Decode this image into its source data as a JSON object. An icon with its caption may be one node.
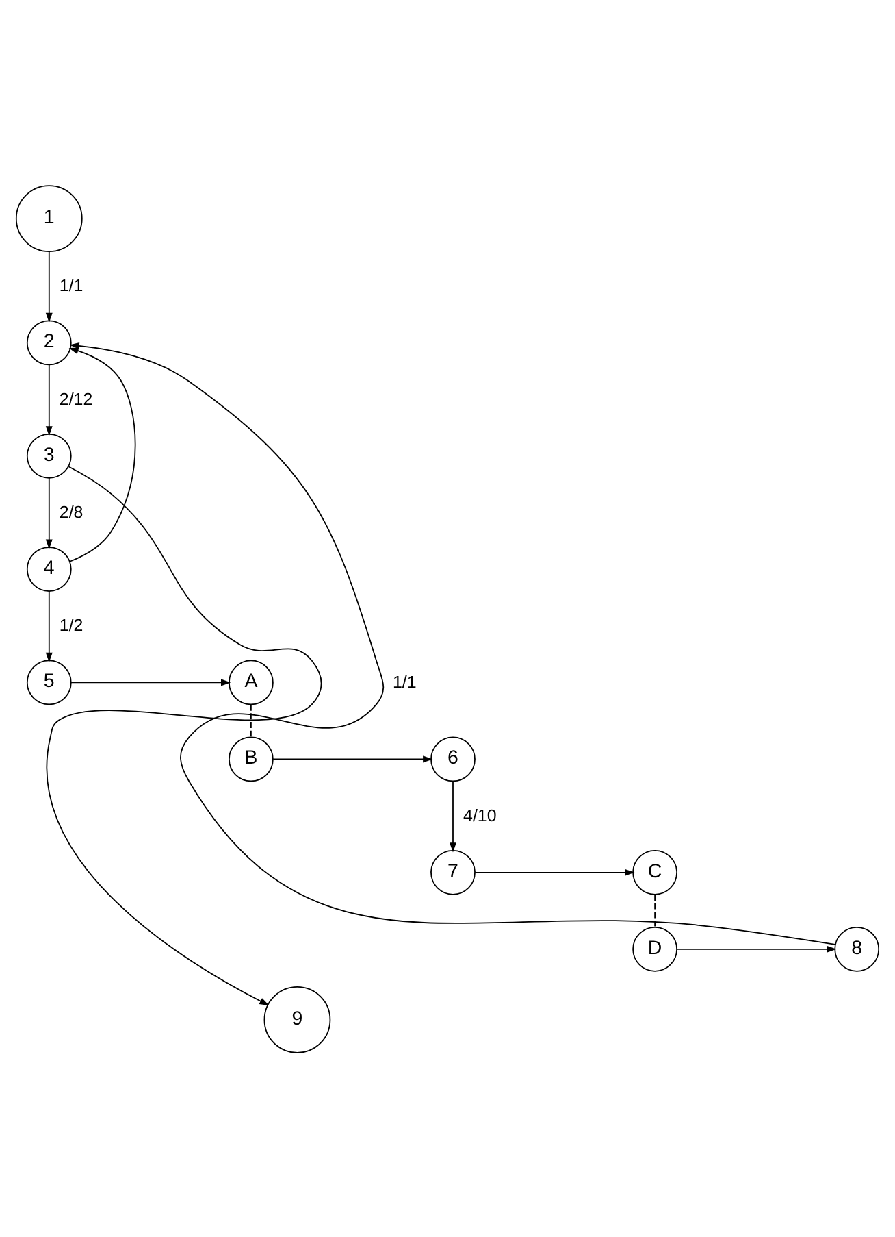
{
  "diagram": {
    "nodes": [
      {
        "text": [
          "1"
        ]
      },
      {
        "text": [
          "2"
        ]
      },
      {
        "text": [
          "3"
        ]
      },
      {
        "text": [
          "4"
        ]
      },
      {
        "text": [
          "5"
        ]
      },
      {
        "text": [
          "A"
        ]
      },
      {
        "text": [
          "6"
        ]
      },
      {
        "text": [
          "B"
        ]
      },
      {
        "text": [
          "7"
        ]
      },
      {
        "text": [
          "C"
        ]
      },
      {
        "text": [
          "8"
        ]
      },
      {
        "text": [
          "D"
        ]
      },
      {
        "text": [
          "9"
        ]
      }
    ],
    "edges": [
      {
        "from": 0,
        "to": 1,
        "arrow": "to",
        "label": "1/1"
      },
      {
        "from": 1,
        "to": 2,
        "arrow": "to",
        "label": "2/12"
      },
      {
        "from": 2,
        "to": 3,
        "arrow": "to",
        "label": "2/8"
      },
      {
        "from": 3,
        "to": 1,
        "arrow": "to"
      },
      {
        "from": 3,
        "to": 4,
        "arrow": "to",
        "label": "1/2"
      },
      {
        "from": 4,
        "to": 5,
        "arrow": "to"
      },
      {
        "from": 7,
        "to": 6,
        "arrow": "to"
      },
      {
        "from": 5,
        "to": 7,
        "arrow": "none",
        "style": "dashed"
      },
      {
        "from": 6,
        "to": 8,
        "arrow": "to",
        "label": "4/10"
      },
      {
        "from": 8,
        "to": 9,
        "arrow": "to"
      },
      {
        "from": 11,
        "to": 10,
        "arrow": "to"
      },
      {
        "from": 9,
        "to": 11,
        "arrow": "none",
        "style": "dashed"
      },
      {
        "from": 10,
        "to": 1,
        "arrow": "to",
        "label": "1/1"
      },
      {
        "from": 2,
        "to": 12,
        "arrow": "to"
      }
    ]
  }
}
